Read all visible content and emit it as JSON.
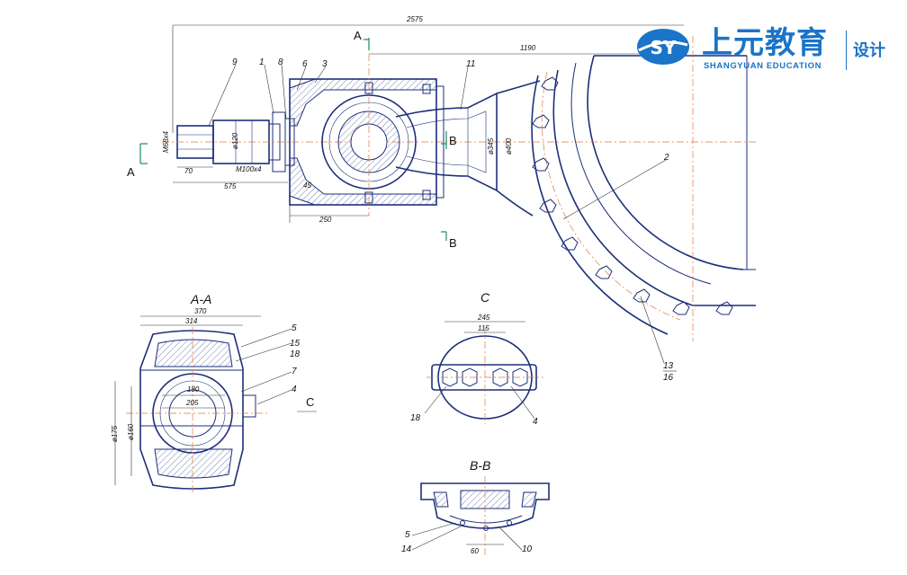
{
  "logo": {
    "badge": "SY",
    "name_cn": "上元教育",
    "name_en": "SHANGYUAN EDUCATION",
    "tagline": "设计",
    "color": "#1a74c7"
  },
  "main_view": {
    "dimensions": {
      "overall": "2575",
      "radius_offset": "1190",
      "bearing_len": "250",
      "shaft_len": "575",
      "hex_len": "70",
      "thread": "M68x4",
      "dia_120": "ø120",
      "thread2": "M100x4",
      "chamfer": "45",
      "dia_345": "ø345",
      "dia_400": "ø400"
    },
    "part_numbers": [
      "9",
      "1",
      "8",
      "6",
      "3",
      "11",
      "2",
      "13",
      "16"
    ],
    "section_marks": {
      "a_top": "A",
      "a_left": "A",
      "b_mid": "B",
      "b_bottom": "B"
    }
  },
  "section_aa": {
    "title": "A-A",
    "dims": {
      "w370": "370",
      "w314": "314",
      "w180": "180",
      "w205": "205",
      "d175": "ø175",
      "d160": "ø160"
    },
    "parts": [
      "5",
      "15",
      "18",
      "7",
      "4"
    ],
    "view_mark": "C"
  },
  "view_c": {
    "title": "C",
    "dims": {
      "w245": "245",
      "w115": "115"
    },
    "parts": [
      "18",
      "4"
    ]
  },
  "section_bb": {
    "title": "B-B",
    "dims": {
      "w60": "60"
    },
    "parts": [
      "5",
      "14",
      "10"
    ]
  },
  "colors": {
    "line": "#1d2f7a",
    "center": "#e07b3a",
    "mark": "#1a8a6a"
  }
}
